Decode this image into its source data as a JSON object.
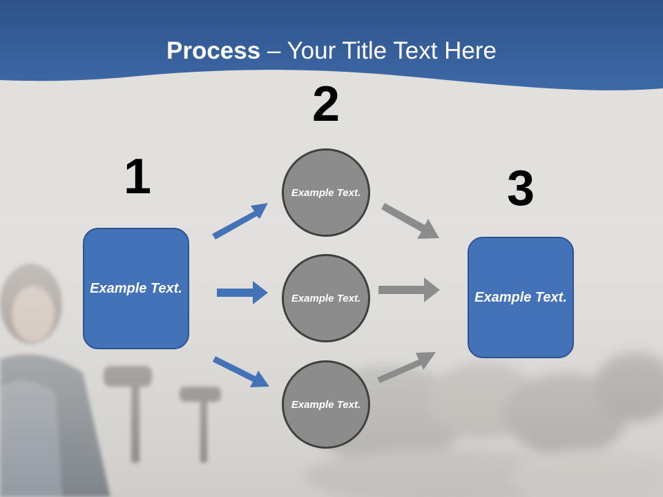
{
  "slide": {
    "title_bold": "Process",
    "title_rest": " – Your Title Text Here"
  },
  "steps": [
    {
      "number": "1",
      "text": "Example Text."
    },
    {
      "number": "2",
      "circles": [
        "Example Text.",
        "Example Text.",
        "Example Text."
      ]
    },
    {
      "number": "3",
      "text": "Example Text."
    }
  ],
  "colors": {
    "header_blue": "#3a64a3",
    "box_fill": "#4472b9",
    "circle_fill": "#8c8c8c",
    "arrow_blue": "#4472b9",
    "arrow_gray": "#8c8c8c"
  }
}
